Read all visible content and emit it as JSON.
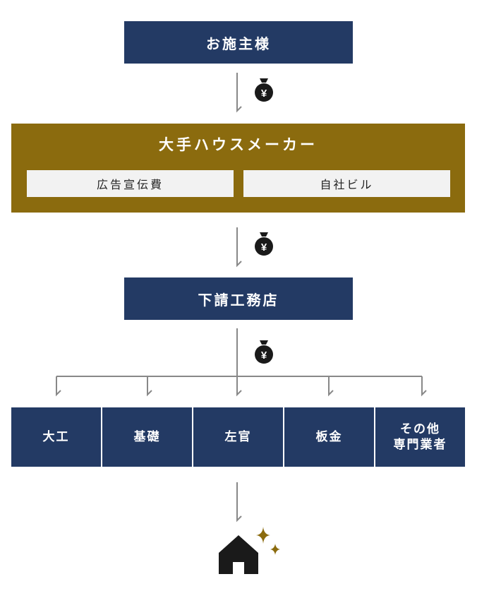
{
  "client": {
    "label": "お施主様"
  },
  "maker": {
    "title": "大手ハウスメーカー",
    "costs": [
      "広告宣伝費",
      "自社ビル"
    ]
  },
  "subcontractor": {
    "label": "下請工務店"
  },
  "trades": [
    {
      "lines": [
        "大工"
      ]
    },
    {
      "lines": [
        "基礎"
      ]
    },
    {
      "lines": [
        "左官"
      ]
    },
    {
      "lines": [
        "板金"
      ]
    },
    {
      "lines": [
        "その他",
        "専門業者"
      ]
    }
  ],
  "money_symbol": "¥",
  "colors": {
    "navy": "#233a64",
    "gold": "#8b6b0e",
    "connector": "#888888",
    "icon": "#1a1a1a"
  },
  "icons": [
    "money-bag-icon",
    "house-icon",
    "sparkle-icon"
  ]
}
